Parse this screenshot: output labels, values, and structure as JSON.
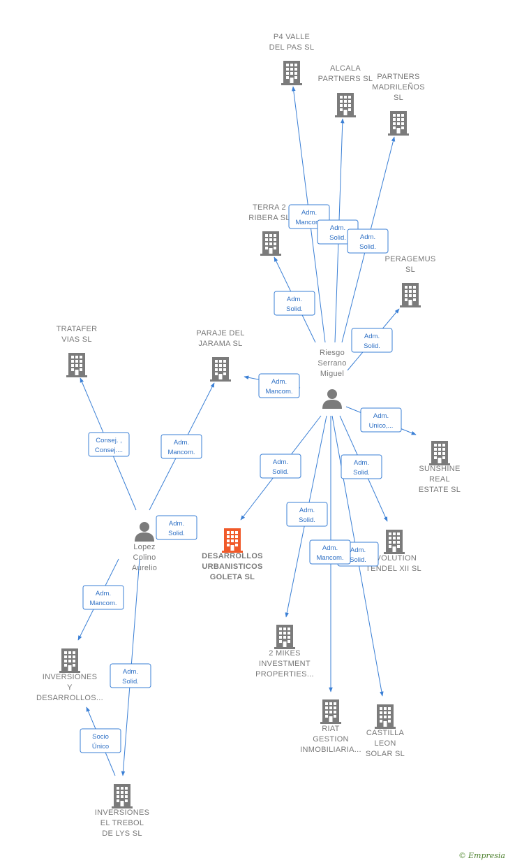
{
  "colors": {
    "company": "#7b7b7b",
    "focus": "#f05a2a",
    "person": "#7b7b7b",
    "edge": "#3a7fd5",
    "label": "#777777"
  },
  "companies": [
    {
      "id": "p4",
      "lines": [
        "P4 VALLE",
        "DEL PAS  SL"
      ]
    },
    {
      "id": "alcala",
      "lines": [
        "ALCALA",
        "PARTNERS  SL"
      ]
    },
    {
      "id": "partners_madr",
      "lines": [
        "PARTNERS",
        "MADRILEÑOS",
        "SL"
      ]
    },
    {
      "id": "terra",
      "lines": [
        "TERRA 2",
        "RIBERA  SL"
      ]
    },
    {
      "id": "peragemus",
      "lines": [
        "PERAGEMUS",
        "SL"
      ]
    },
    {
      "id": "tratafer",
      "lines": [
        "TRATAFER",
        "VIAS  SL"
      ]
    },
    {
      "id": "paraje",
      "lines": [
        "PARAJE DEL",
        "JARAMA  SL"
      ]
    },
    {
      "id": "sunshine",
      "lines": [
        "SUNSHINE",
        "REAL",
        "ESTATE  SL"
      ]
    },
    {
      "id": "desarrollos",
      "lines": [
        "DESARROLLOS",
        "URBANISTICOS",
        "GOLETA  SL"
      ],
      "focus": true
    },
    {
      "id": "evolution",
      "lines": [
        "EVOLUTION",
        "TENDEL XII SL"
      ]
    },
    {
      "id": "mikes",
      "lines": [
        "2 MIKES",
        "INVESTMENT",
        "PROPERTIES..."
      ]
    },
    {
      "id": "inversiones_y",
      "lines": [
        "INVERSIONES",
        "Y",
        "DESARROLLOS..."
      ]
    },
    {
      "id": "riat",
      "lines": [
        "RIAT",
        "GESTION",
        "INMOBILIARIA..."
      ]
    },
    {
      "id": "castilla",
      "lines": [
        "CASTILLA",
        "LEON",
        "SOLAR SL"
      ]
    },
    {
      "id": "trebol",
      "lines": [
        "INVERSIONES",
        "EL TREBOL",
        "DE LYS SL"
      ]
    }
  ],
  "persons": [
    {
      "id": "riesgo",
      "lines": [
        "Riesgo",
        "Serrano",
        "Miguel"
      ]
    },
    {
      "id": "lopez",
      "lines": [
        "Lopez",
        "Colino",
        "Aurelio"
      ]
    }
  ],
  "edges": [
    {
      "from": "riesgo",
      "to": "p4",
      "role": [
        "Adm.",
        "Mancom."
      ]
    },
    {
      "from": "riesgo",
      "to": "alcala",
      "role": [
        "Adm.",
        "Solid."
      ]
    },
    {
      "from": "riesgo",
      "to": "partners_madr",
      "role": [
        "Adm.",
        "Solid."
      ]
    },
    {
      "from": "riesgo",
      "to": "terra",
      "role": [
        "Adm.",
        "Solid."
      ]
    },
    {
      "from": "riesgo",
      "to": "peragemus",
      "role": [
        "Adm.",
        "Solid."
      ]
    },
    {
      "from": "riesgo",
      "to": "paraje",
      "role": [
        "Adm.",
        "Mancom."
      ]
    },
    {
      "from": "riesgo",
      "to": "sunshine",
      "role": [
        "Adm.",
        "Unico,..."
      ]
    },
    {
      "from": "riesgo",
      "to": "desarrollos",
      "role": [
        "Adm.",
        "Solid."
      ]
    },
    {
      "from": "riesgo",
      "to": "evolution",
      "role": [
        "Adm.",
        "Solid."
      ]
    },
    {
      "from": "riesgo",
      "to": "mikes",
      "role": [
        "Adm.",
        "Solid."
      ]
    },
    {
      "from": "riesgo",
      "to": "castilla",
      "role": [
        "Adm.",
        "Solid."
      ]
    },
    {
      "from": "riesgo",
      "to": "riat",
      "role": [
        "Adm.",
        "Mancom."
      ]
    },
    {
      "from": "lopez",
      "to": "tratafer",
      "role": [
        "Consej. ,",
        "Consej...."
      ]
    },
    {
      "from": "lopez",
      "to": "paraje",
      "role": [
        "Adm.",
        "Mancom."
      ]
    },
    {
      "from": "lopez",
      "to": "desarrollos",
      "role": [
        "Adm.",
        "Solid."
      ]
    },
    {
      "from": "lopez",
      "to": "inversiones_y",
      "role": [
        "Adm.",
        "Mancom."
      ]
    },
    {
      "from": "lopez",
      "to": "trebol",
      "role": [
        "Adm.",
        "Solid."
      ]
    },
    {
      "from": "trebol",
      "to": "inversiones_y",
      "role": [
        "Socio",
        "Único"
      ]
    }
  ],
  "footer": {
    "copyright": "©",
    "brand": "Empresia"
  }
}
